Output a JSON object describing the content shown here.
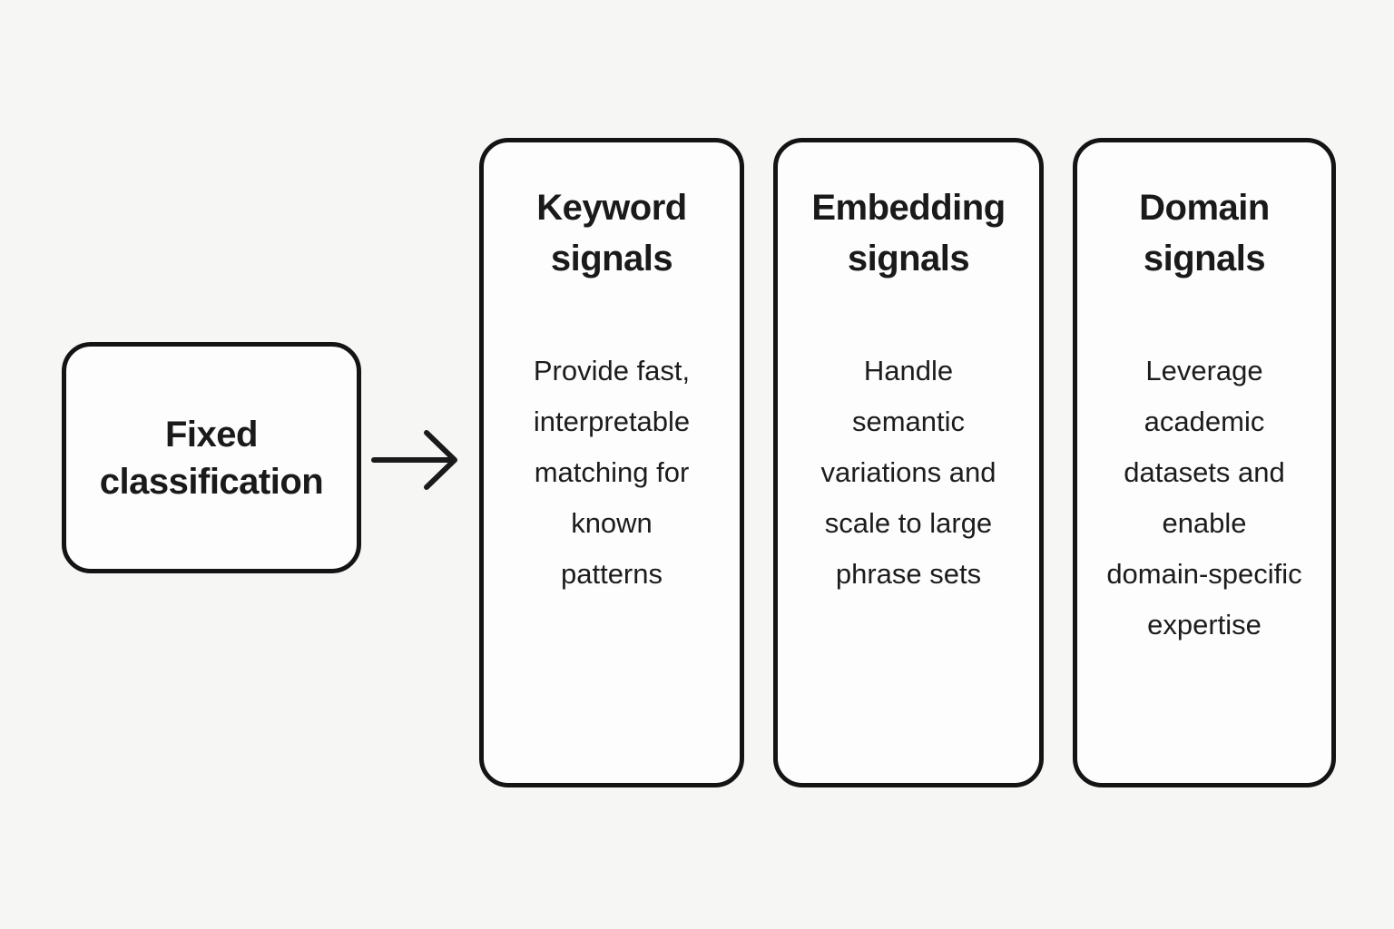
{
  "diagram": {
    "source": {
      "label": "Fixed\nclassification"
    },
    "arrow": {
      "name": "right-arrow",
      "direction": "right"
    },
    "cards": [
      {
        "title": "Keyword\nsignals",
        "body": "Provide fast,\ninterpretable\nmatching for\nknown\npatterns"
      },
      {
        "title": "Embedding\nsignals",
        "body": "Handle\nsemantic\nvariations and\nscale to large\nphrase sets"
      },
      {
        "title": "Domain\nsignals",
        "body": "Leverage\nacademic\ndatasets and\nenable\ndomain-specific\nexpertise"
      }
    ],
    "colors": {
      "background": "#f6f6f5",
      "box_fill": "#fdfdfd",
      "border": "#141414",
      "text": "#1a1a1a"
    }
  }
}
